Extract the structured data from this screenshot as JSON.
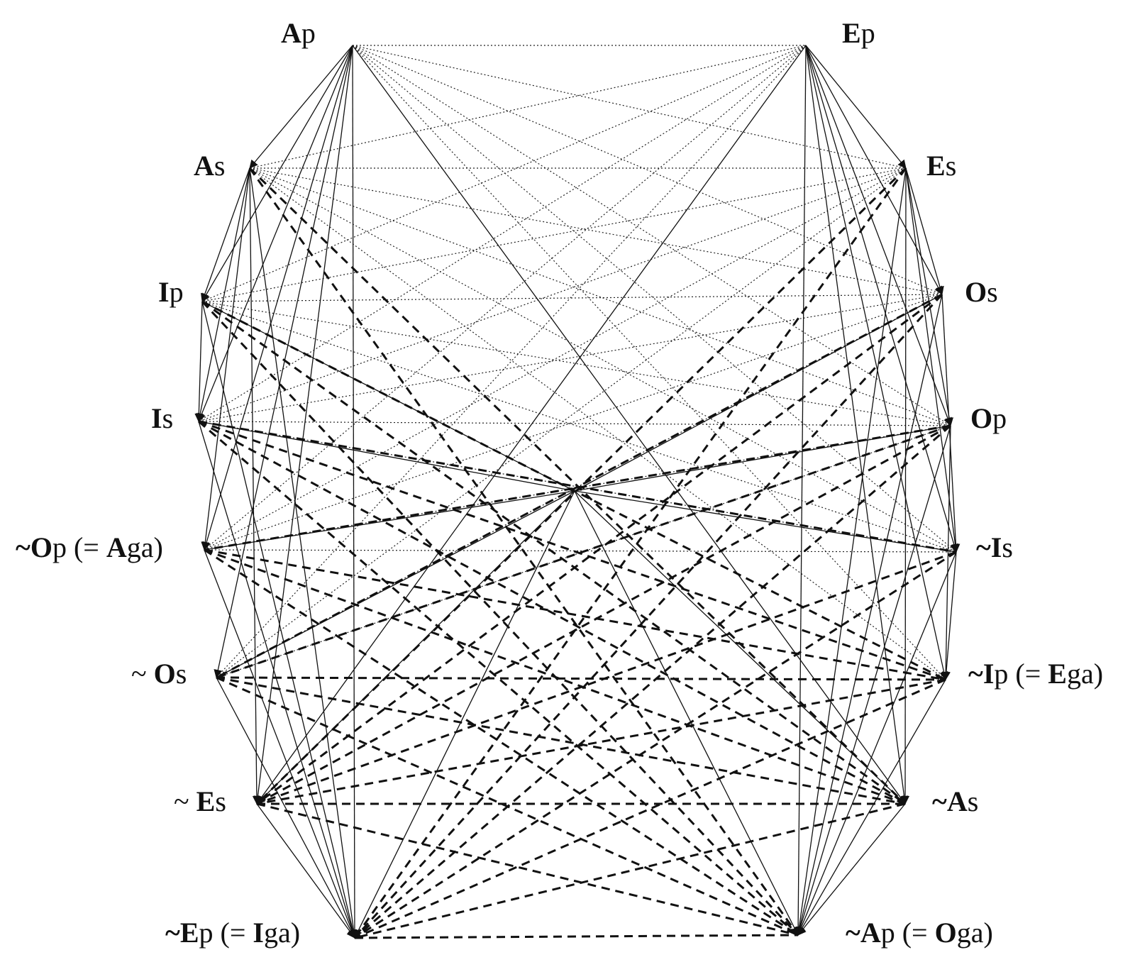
{
  "diagram": {
    "nodes": [
      {
        "id": "Ap",
        "text": [
          [
            "A",
            true
          ],
          [
            "p",
            false
          ]
        ]
      },
      {
        "id": "Ep",
        "text": [
          [
            "E",
            true
          ],
          [
            "p",
            false
          ]
        ]
      },
      {
        "id": "As",
        "text": [
          [
            "A",
            true
          ],
          [
            "s",
            false
          ]
        ]
      },
      {
        "id": "Es",
        "text": [
          [
            "E",
            true
          ],
          [
            "s",
            false
          ]
        ]
      },
      {
        "id": "Ip",
        "text": [
          [
            "I",
            true
          ],
          [
            "p",
            false
          ]
        ]
      },
      {
        "id": "Os",
        "text": [
          [
            "O",
            true
          ],
          [
            "s",
            false
          ]
        ]
      },
      {
        "id": "Is",
        "text": [
          [
            "I",
            true
          ],
          [
            "s",
            false
          ]
        ]
      },
      {
        "id": "Op",
        "text": [
          [
            "O",
            true
          ],
          [
            "p",
            false
          ]
        ]
      },
      {
        "id": "nOp",
        "text": [
          [
            "~",
            true
          ],
          [
            "O",
            true
          ],
          [
            "p (= ",
            false
          ],
          [
            "A",
            true
          ],
          [
            "ga)",
            false
          ]
        ]
      },
      {
        "id": "nIs",
        "text": [
          [
            "~I",
            true
          ],
          [
            "s",
            false
          ]
        ]
      },
      {
        "id": "nOs",
        "text": [
          [
            "~ ",
            false
          ],
          [
            "O",
            true
          ],
          [
            "s",
            false
          ]
        ]
      },
      {
        "id": "nIp",
        "text": [
          [
            "~",
            true
          ],
          [
            "I",
            true
          ],
          [
            "p (= ",
            false
          ],
          [
            "E",
            true
          ],
          [
            "ga)",
            false
          ]
        ]
      },
      {
        "id": "nEs",
        "text": [
          [
            "~ ",
            false
          ],
          [
            "E",
            true
          ],
          [
            "s",
            false
          ]
        ]
      },
      {
        "id": "nAs",
        "text": [
          [
            "~",
            true
          ],
          [
            "A",
            true
          ],
          [
            "s",
            false
          ]
        ]
      },
      {
        "id": "nEp",
        "text": [
          [
            "~",
            true
          ],
          [
            "E",
            true
          ],
          [
            "p (= ",
            false
          ],
          [
            "I",
            true
          ],
          [
            "ga)",
            false
          ]
        ]
      },
      {
        "id": "nAp",
        "text": [
          [
            "~",
            true
          ],
          [
            "A",
            true
          ],
          [
            "p (= ",
            false
          ],
          [
            "O",
            true
          ],
          [
            "ga)",
            false
          ]
        ]
      }
    ],
    "edge_styles": {
      "solid": {
        "dash": "",
        "color": "#111111",
        "arrow": true
      },
      "dotted": {
        "dash": "2 3",
        "color": "#222222",
        "arrow": false
      },
      "dashed": {
        "dash": "12 8",
        "color": "#111111",
        "arrow": false
      }
    },
    "edges": {
      "solid": [
        [
          "Ap",
          "As"
        ],
        [
          "Ap",
          "Ip"
        ],
        [
          "Ap",
          "Is"
        ],
        [
          "Ap",
          "nOp"
        ],
        [
          "Ap",
          "nOs"
        ],
        [
          "Ap",
          "nEs"
        ],
        [
          "Ap",
          "nEp"
        ],
        [
          "Ap",
          "nAs"
        ],
        [
          "Ep",
          "Es"
        ],
        [
          "Ep",
          "Os"
        ],
        [
          "Ep",
          "Op"
        ],
        [
          "Ep",
          "nIs"
        ],
        [
          "Ep",
          "nIp"
        ],
        [
          "Ep",
          "nAs"
        ],
        [
          "Ep",
          "nAp"
        ],
        [
          "Ep",
          "nEs"
        ],
        [
          "As",
          "Ip"
        ],
        [
          "As",
          "Is"
        ],
        [
          "As",
          "nOp"
        ],
        [
          "As",
          "nEs"
        ],
        [
          "As",
          "nEp"
        ],
        [
          "Es",
          "Os"
        ],
        [
          "Es",
          "Op"
        ],
        [
          "Es",
          "nIs"
        ],
        [
          "Es",
          "nAs"
        ],
        [
          "Es",
          "nAp"
        ],
        [
          "Ip",
          "Is"
        ],
        [
          "Ip",
          "nEp"
        ],
        [
          "Is",
          "nEp"
        ],
        [
          "nOp",
          "nEp"
        ],
        [
          "nOs",
          "nEp"
        ],
        [
          "nEs",
          "nEp"
        ],
        [
          "Os",
          "nAp"
        ],
        [
          "Op",
          "nAp"
        ],
        [
          "nIs",
          "nAp"
        ],
        [
          "nIp",
          "nAp"
        ],
        [
          "nAs",
          "nAp"
        ],
        [
          "nIs",
          "nIp"
        ],
        [
          "Op",
          "nIp"
        ],
        [
          "Os",
          "nIs"
        ],
        [
          "Ip",
          "C"
        ],
        [
          "Is",
          "C"
        ],
        [
          "nOp",
          "C"
        ],
        [
          "nOs",
          "C"
        ],
        [
          "Os",
          "C"
        ],
        [
          "Op",
          "C"
        ],
        [
          "nIs",
          "C"
        ],
        [
          "C",
          "nEp"
        ],
        [
          "C",
          "nAp"
        ],
        [
          "C",
          "nEs"
        ],
        [
          "C",
          "nAs"
        ]
      ],
      "dotted": [
        [
          "Ap",
          "Ep"
        ],
        [
          "Ap",
          "Es"
        ],
        [
          "Ap",
          "Os"
        ],
        [
          "Ap",
          "Op"
        ],
        [
          "Ap",
          "nIs"
        ],
        [
          "Ap",
          "nIp"
        ],
        [
          "Ep",
          "As"
        ],
        [
          "Ep",
          "Ip"
        ],
        [
          "Ep",
          "Is"
        ],
        [
          "Ep",
          "nOp"
        ],
        [
          "Ep",
          "nOs"
        ],
        [
          "As",
          "Es"
        ],
        [
          "As",
          "Os"
        ],
        [
          "As",
          "Op"
        ],
        [
          "As",
          "nIs"
        ],
        [
          "As",
          "nIp"
        ],
        [
          "Es",
          "Ip"
        ],
        [
          "Es",
          "Is"
        ],
        [
          "Es",
          "nOp"
        ],
        [
          "Es",
          "nOs"
        ],
        [
          "Ip",
          "Os"
        ],
        [
          "Ip",
          "Op"
        ],
        [
          "Ip",
          "nIs"
        ],
        [
          "Is",
          "Os"
        ],
        [
          "Is",
          "Op"
        ],
        [
          "Is",
          "nIs"
        ],
        [
          "nOp",
          "Os"
        ],
        [
          "nOp",
          "Op"
        ],
        [
          "nOp",
          "nIs"
        ],
        [
          "nOs",
          "Os"
        ],
        [
          "nOs",
          "Op"
        ]
      ],
      "dashed": [
        [
          "As",
          "nAs"
        ],
        [
          "As",
          "nAp"
        ],
        [
          "Es",
          "nEs"
        ],
        [
          "Es",
          "nEp"
        ],
        [
          "Ip",
          "nIp"
        ],
        [
          "Ip",
          "nAp"
        ],
        [
          "Ip",
          "nAs"
        ],
        [
          "Is",
          "nIp"
        ],
        [
          "Is",
          "nAs"
        ],
        [
          "Is",
          "nAp"
        ],
        [
          "Is",
          "nIs"
        ],
        [
          "Os",
          "nOs"
        ],
        [
          "Os",
          "nEs"
        ],
        [
          "Os",
          "nEp"
        ],
        [
          "Op",
          "nOp"
        ],
        [
          "Op",
          "nEs"
        ],
        [
          "Op",
          "nEp"
        ],
        [
          "Op",
          "nOs"
        ],
        [
          "nOp",
          "nIp"
        ],
        [
          "nOp",
          "nAs"
        ],
        [
          "nOp",
          "nAp"
        ],
        [
          "nOs",
          "nIp"
        ],
        [
          "nOs",
          "nAs"
        ],
        [
          "nOs",
          "nAp"
        ],
        [
          "nIs",
          "nEs"
        ],
        [
          "nIs",
          "nEp"
        ],
        [
          "nIp",
          "nEs"
        ],
        [
          "nIp",
          "nEp"
        ],
        [
          "nEs",
          "nAs"
        ],
        [
          "nEs",
          "nAp"
        ],
        [
          "nAs",
          "nEp"
        ],
        [
          "nEp",
          "nAp"
        ]
      ]
    }
  }
}
